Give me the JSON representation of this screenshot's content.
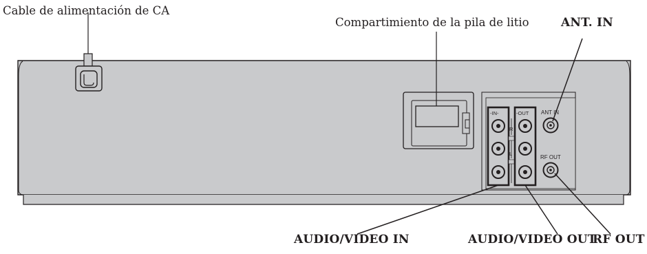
{
  "colors": {
    "panel": "#c9cacc",
    "panel_edge": "#231f20",
    "ink": "#231f20"
  },
  "callouts": {
    "power_cord": "Cable de alimentación de CA",
    "battery": "Compartimiento de la pila de litio",
    "ant_in": "ANT. IN",
    "av_in": "AUDIO/VIDEO IN",
    "av_out": "AUDIO/VIDEO OUT",
    "rf_out": "RF OUT"
  },
  "panel_labels": {
    "in": "-IN-",
    "out": "-OUT",
    "r": "R",
    "l": "L",
    "ant_in": "ANT IN",
    "rf_out": "RF OUT"
  }
}
